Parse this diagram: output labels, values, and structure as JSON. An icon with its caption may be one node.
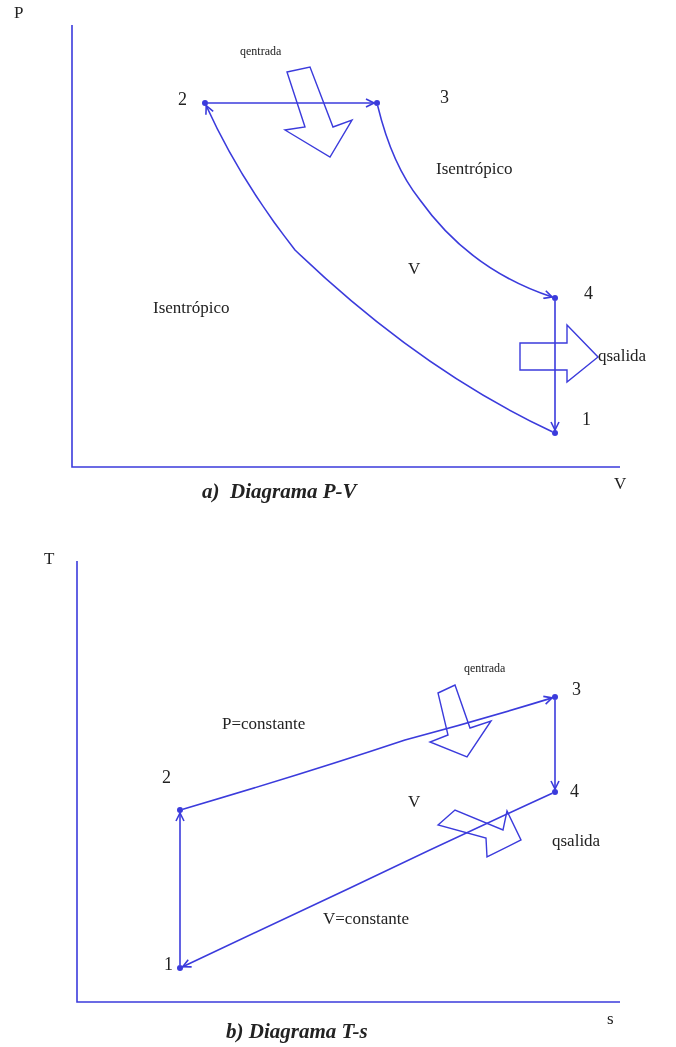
{
  "diagram": {
    "nodes": [
      {
        "text": [],
        "shape": "circle",
        "beside": [
          "1"
        ]
      },
      {
        "text": [],
        "shape": "circle",
        "beside": [
          "2"
        ]
      },
      {
        "text": [],
        "shape": "circle",
        "beside": [
          "3"
        ]
      },
      {
        "text": [],
        "shape": "circle",
        "beside": [
          "4"
        ]
      },
      {
        "text": [],
        "shape": "circle",
        "beside": [
          "1"
        ]
      },
      {
        "text": [],
        "shape": "circle",
        "beside": [
          "2"
        ]
      },
      {
        "text": [],
        "shape": "circle",
        "beside": [
          "3"
        ]
      },
      {
        "text": [],
        "shape": "circle",
        "beside": [
          "4"
        ]
      }
    ],
    "edges": [
      {
        "from": 0,
        "to": 1,
        "arrow": "to"
      },
      {
        "from": 1,
        "to": 2,
        "arrow": "to"
      },
      {
        "from": 2,
        "to": 3,
        "arrow": "to"
      },
      {
        "from": 3,
        "to": 0,
        "arrow": "to"
      },
      {
        "from": 4,
        "to": 5,
        "arrow": "to"
      },
      {
        "from": 5,
        "to": 6,
        "arrow": "to"
      },
      {
        "from": 6,
        "to": 7,
        "arrow": "to"
      },
      {
        "from": 7,
        "to": 4,
        "arrow": "to"
      }
    ],
    "labels": [
      "P",
      "qentrada",
      "Isentrópico",
      "V",
      "Isentrópico",
      "qsalida",
      "V",
      "a)  Diagrama P-V",
      "T",
      "qentrada",
      "P=constante",
      "V",
      "qsalida",
      "V=constante",
      "s",
      "b) Diagrama T-s"
    ]
  }
}
